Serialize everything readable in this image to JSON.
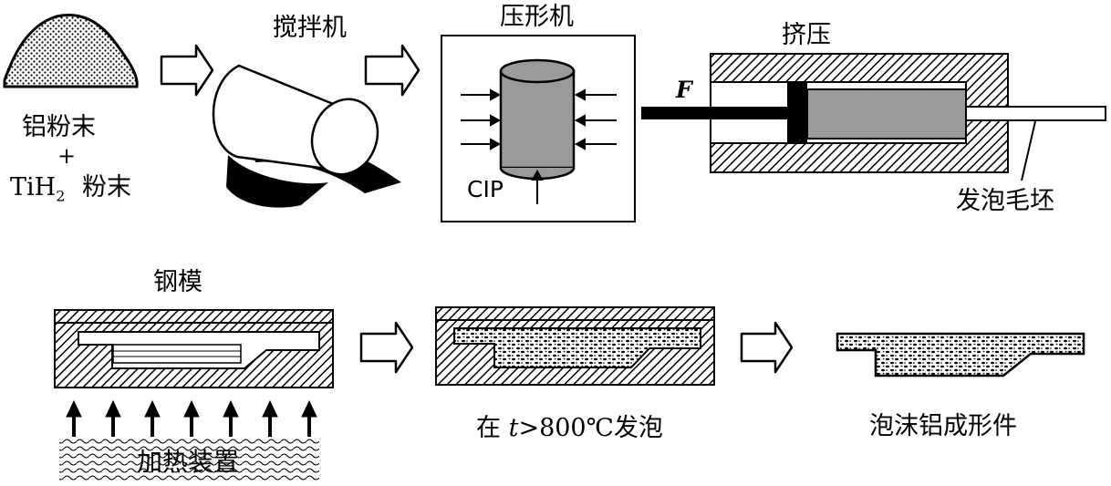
{
  "labels": {
    "aluminum_powder": "铝粉末",
    "plus": "+",
    "tih2": "TiH",
    "tih2_sub": "2",
    "tih2_powder": "粉末",
    "mixer": "搅拌机",
    "press": "压形机",
    "cip": "CIP",
    "extrusion": "挤压",
    "force": "F",
    "foam_precursor": "发泡毛坯",
    "steel_mold": "钢模",
    "heating_device": "加热装置",
    "foaming_prefix": "在",
    "foaming_t": "t",
    "foaming_condition": ">800℃发泡",
    "foam_part": "泡沫铝成形件"
  },
  "colors": {
    "stroke": "#000000",
    "billet_gray": "#9a9a9a",
    "background": "#ffffff"
  }
}
